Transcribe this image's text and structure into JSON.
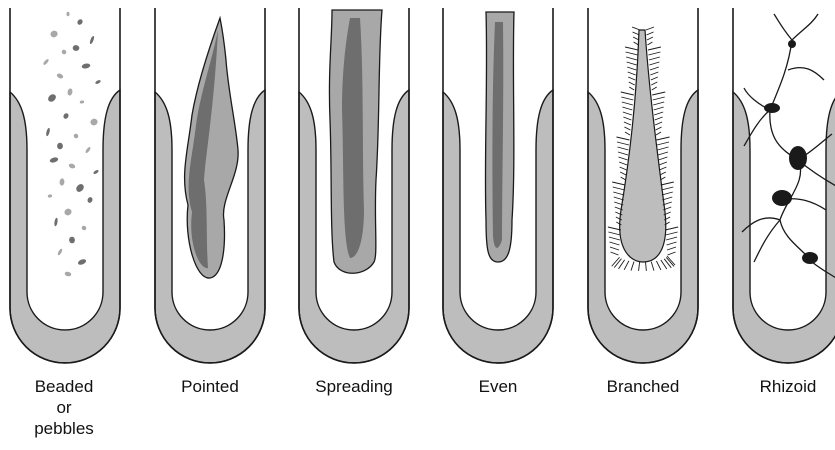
{
  "tubes": [
    {
      "id": "beaded",
      "label": "Beaded\nor\npebbles",
      "growth": "beaded"
    },
    {
      "id": "pointed",
      "label": "Pointed",
      "growth": "pointed"
    },
    {
      "id": "spreading",
      "label": "Spreading",
      "growth": "spreading"
    },
    {
      "id": "even",
      "label": "Even",
      "growth": "even"
    },
    {
      "id": "branched",
      "label": "Branched",
      "growth": "branched"
    },
    {
      "id": "rhizoid",
      "label": "Rhizoid",
      "growth": "rhizoid"
    }
  ],
  "colors": {
    "agar": "#bdbdbd",
    "growth_light": "#a8a8a8",
    "growth_dark": "#6e6e6e",
    "outline": "#1a1a1a",
    "tube": "#ffffff"
  }
}
